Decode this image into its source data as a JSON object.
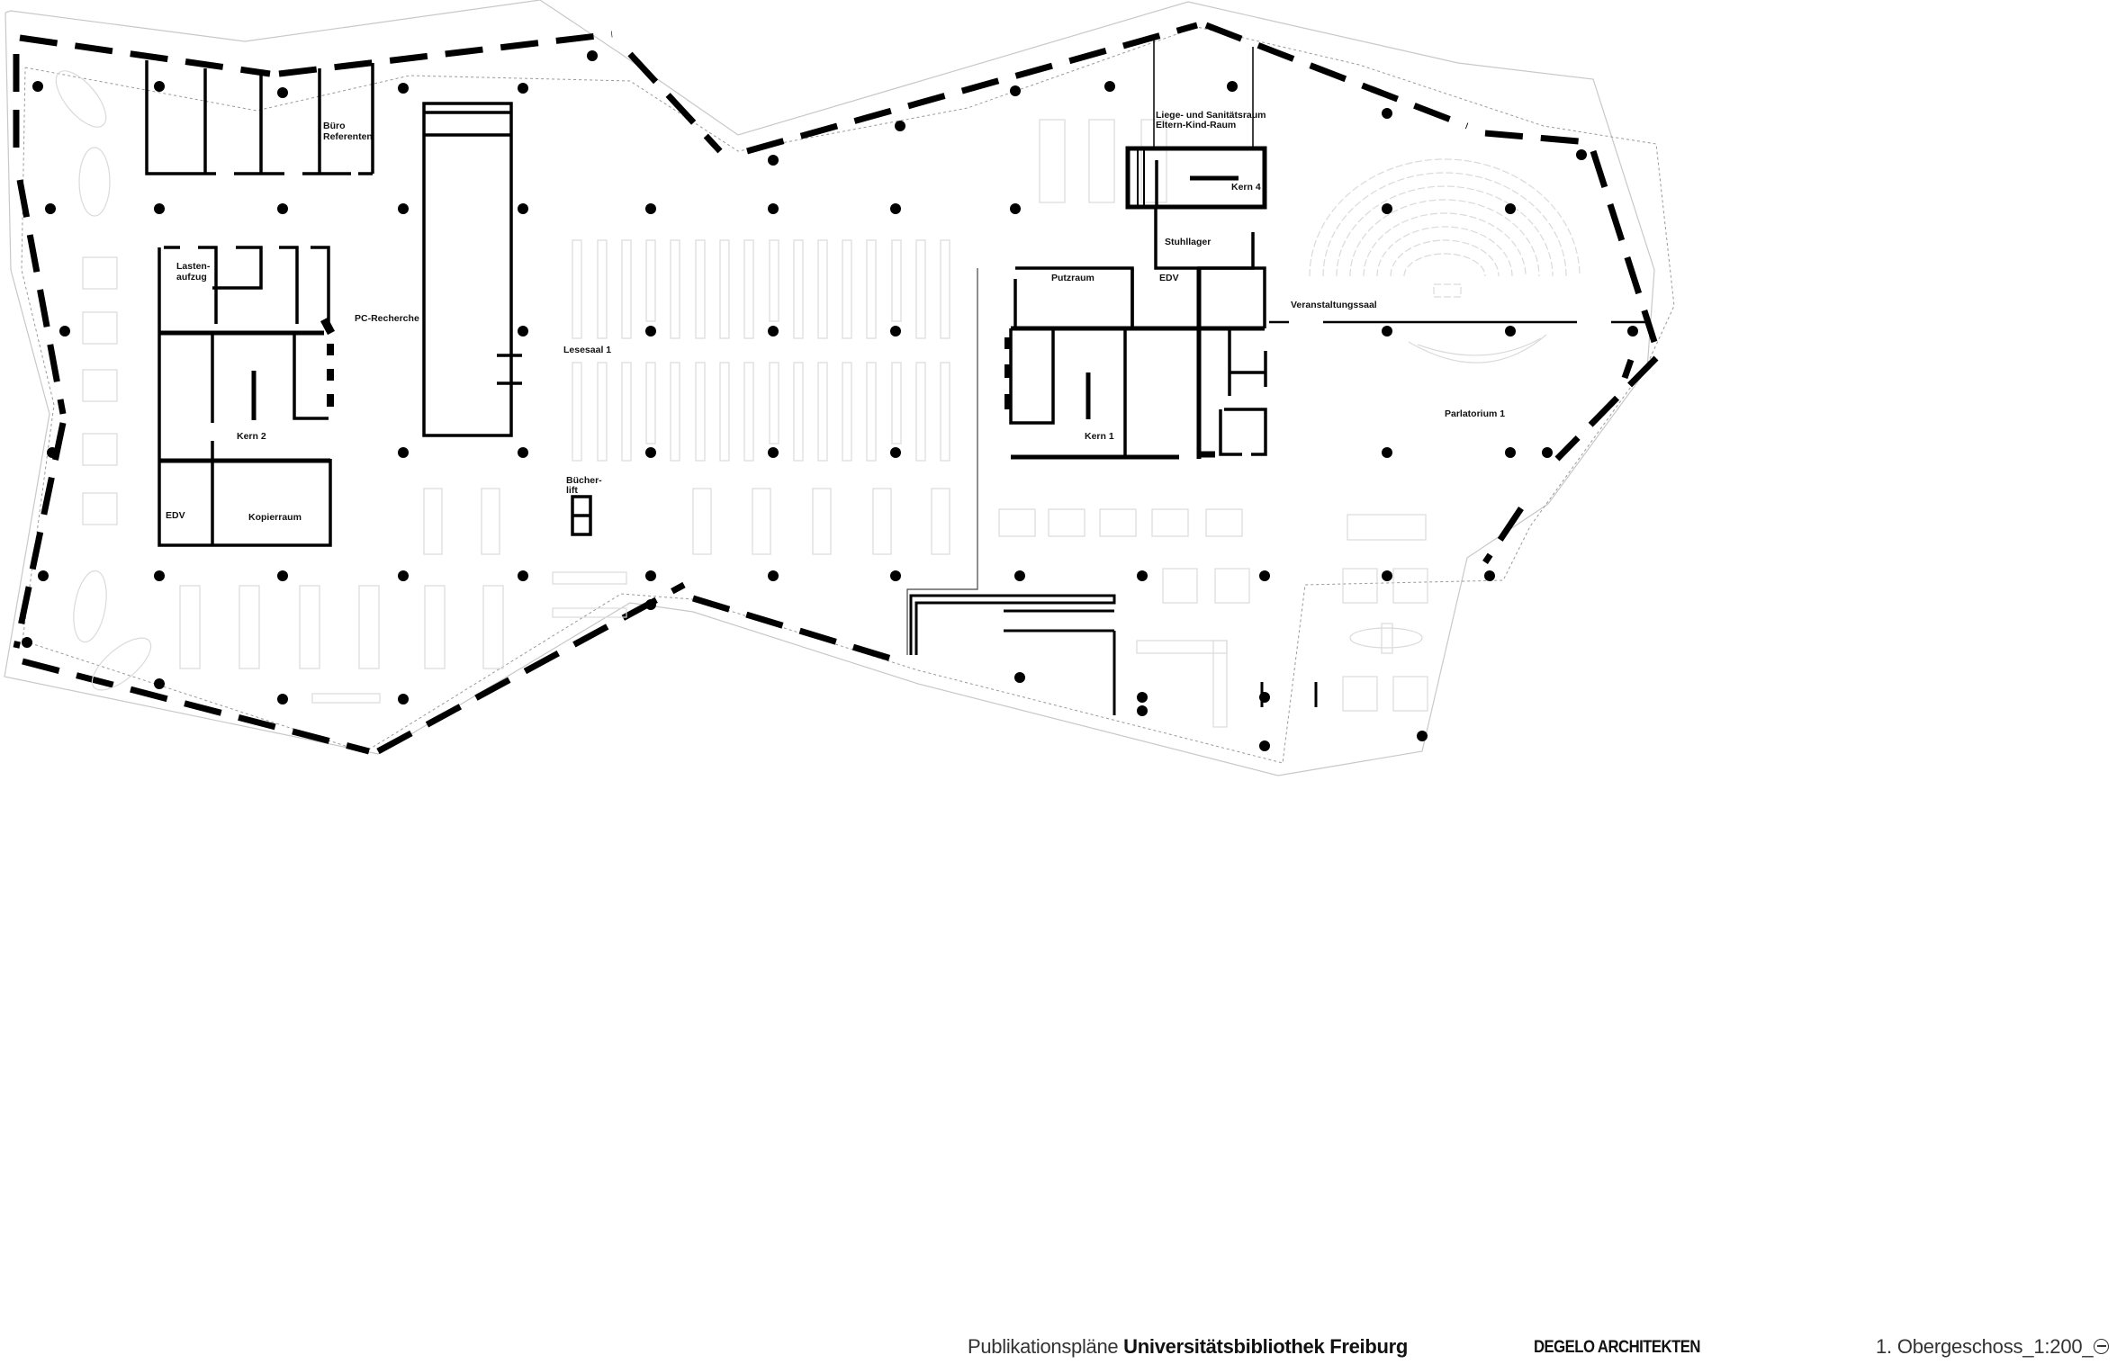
{
  "drawing": {
    "type": "architectural floor plan",
    "rooms": {
      "buero_referenten": [
        "Büro",
        "Referenten"
      ],
      "lastenaufzug": [
        "Lasten-",
        "aufzug"
      ],
      "pc_recherche": "PC-Recherche",
      "kern_2": "Kern 2",
      "edv_left": "EDV",
      "kopierraum": "Kopierraum",
      "lesesaal_1": "Lesesaal 1",
      "buecherlift": [
        "Bücher-",
        "lift"
      ],
      "liege_sanitaetsraum": [
        "Liege- und Sanitätsraum",
        "Eltern-Kind-Raum"
      ],
      "kern_4": "Kern 4",
      "stuhllager": "Stuhllager",
      "putzraum": "Putzraum",
      "edv_right": "EDV",
      "veranstaltungssaal": "Veranstaltungssaal",
      "kern_1": "Kern 1",
      "parlatorium_1": "Parlatorium 1"
    },
    "colors": {
      "wall": "#000000",
      "furniture": "#d9d9d9",
      "outline": "#bfbfbf",
      "background": "#ffffff"
    }
  },
  "footer": {
    "publication_prefix": "Publikationspläne",
    "publication_title": "Universitätsbibliothek Freiburg",
    "architect": "DEGELO ARCHITEKTEN",
    "sheet": "1. Obergeschoss_1:200_",
    "north_arrow_icon": "north-arrow-icon"
  }
}
